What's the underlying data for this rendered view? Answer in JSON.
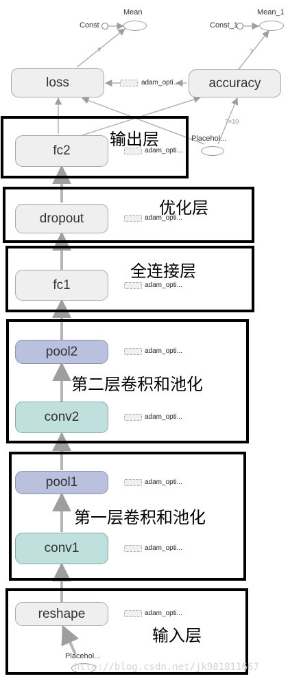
{
  "graph": {
    "nodes": {
      "mean": "Mean",
      "mean_1": "Mean_1",
      "const": "Const",
      "const_1": "Const_1",
      "loss": "loss",
      "accuracy": "accuracy",
      "fc2": "fc2",
      "dropout": "dropout",
      "fc1": "fc1",
      "pool2": "pool2",
      "conv2": "conv2",
      "pool1": "pool1",
      "conv1": "conv1",
      "reshape": "reshape",
      "placeholder_top": "Placehol...",
      "placeholder_bottom": "Placehol..."
    },
    "optimizer_label": "adam_opti...",
    "edge_labels": {
      "to_mean": "?",
      "to_mean_1": "?",
      "acc_in": "?×10"
    }
  },
  "annotations": {
    "output": "输出层",
    "optimize": "优化层",
    "fully_connected": "全连接层",
    "conv_pool_2": "第二层卷积和池化",
    "conv_pool_1": "第一层卷积和池化",
    "input": "输入层"
  },
  "watermark": "http://blog.csdn.net/jk981811667"
}
